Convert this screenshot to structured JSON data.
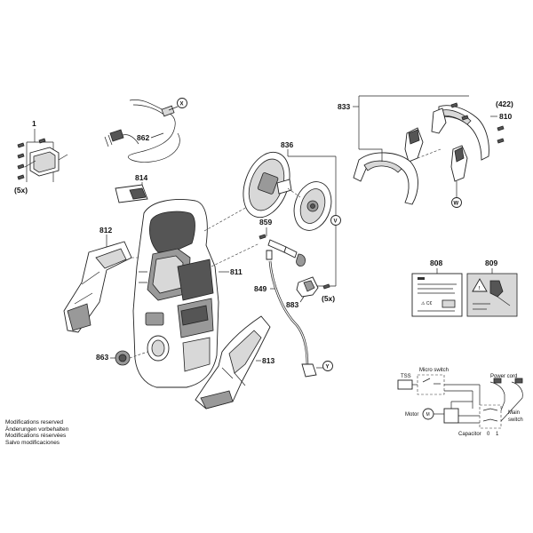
{
  "parts": {
    "p1": "1",
    "p5x_a": "(5x)",
    "p862": "862",
    "pX": "X",
    "p814": "814",
    "p812": "812",
    "p811": "811",
    "p863": "863",
    "p813": "813",
    "p836": "836",
    "pV": "V",
    "p859": "859",
    "p849": "849",
    "p883": "883",
    "p5x_b": "(5x)",
    "pY": "Y",
    "p833": "833",
    "p422": "(422)",
    "p810": "810",
    "pW": "W",
    "p808": "808",
    "p809": "809"
  },
  "wiring": {
    "tss": "TSS",
    "micro_switch": "Micro switch",
    "power_cord": "Power cord",
    "motor": "Motor",
    "main_switch_line1": "Main",
    "main_switch_line2": "switch",
    "capacitor": "Capacitor",
    "zero": "0",
    "one": "1"
  },
  "notes": [
    "Modifications reserved",
    "Änderungen vorbehalten",
    "Modifications réservées",
    "Salvo modificaciones"
  ]
}
